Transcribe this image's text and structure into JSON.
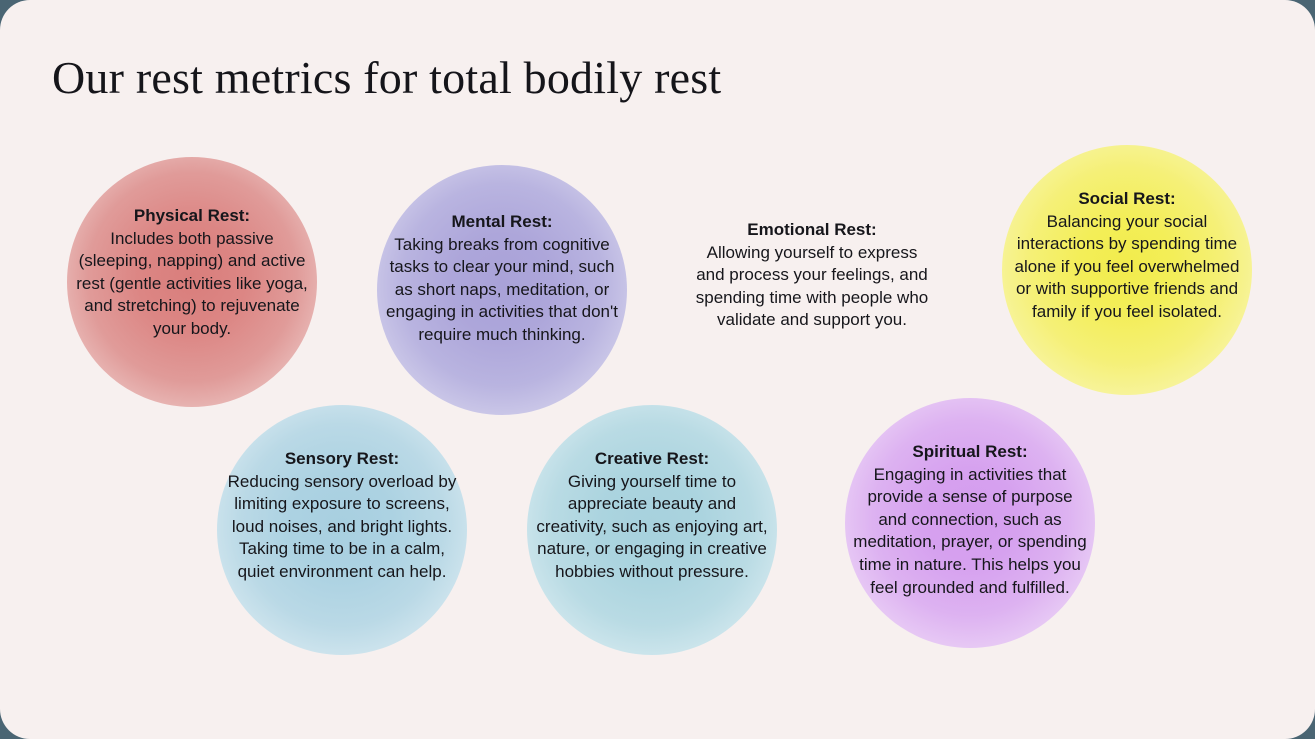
{
  "page": {
    "title": "Our rest metrics for total bodily rest",
    "background_color": "#f7f0ef",
    "outer_background_color": "#4a6573"
  },
  "bubbles": [
    {
      "id": "physical",
      "title": "Physical Rest:",
      "body": "Includes both passive (sleeping, napping) and active rest (gentle activities like yoga, and stretching) to rejuvenate your body.",
      "color": "#d97e7c",
      "row": 1,
      "column": 1
    },
    {
      "id": "mental",
      "title": "Mental Rest:",
      "body": "Taking breaks from cognitive tasks to clear your mind, such as short naps, meditation, or engaging in activities that don't require much thinking.",
      "color": "#a9a2d8",
      "row": 1,
      "column": 2
    },
    {
      "id": "emotional",
      "title": "Emotional Rest:",
      "body": "Allowing yourself to express and process your feelings, and spending time with people who validate and support you.",
      "color": "#a5dcad",
      "row": 1,
      "column": 3
    },
    {
      "id": "social",
      "title": "Social Rest:",
      "body": "Balancing your social interactions by spending time alone if you feel overwhelmed or with supportive friends and family if you feel isolated.",
      "color": "#f2ec4c",
      "row": 1,
      "column": 4
    },
    {
      "id": "sensory",
      "title": "Sensory Rest:",
      "body": "Reducing sensory overload by limiting exposure to screens, loud noises, and bright lights. Taking time to be in a calm, quiet environment can help.",
      "color": "#a8cfe0",
      "row": 2,
      "column": 1
    },
    {
      "id": "creative",
      "title": "Creative Rest:",
      "body": "Giving yourself time to appreciate beauty and creativity, such as enjoying art, nature, or engaging in creative hobbies without pressure.",
      "color": "#a7d1dd",
      "row": 2,
      "column": 2
    },
    {
      "id": "spiritual",
      "title": "Spiritual Rest:",
      "body": "Engaging in activities that provide a sense of purpose and connection, such as meditation, prayer, or spending time in nature. This helps you feel grounded and fulfilled.",
      "color": "#d49cee",
      "row": 2,
      "column": 3
    }
  ]
}
